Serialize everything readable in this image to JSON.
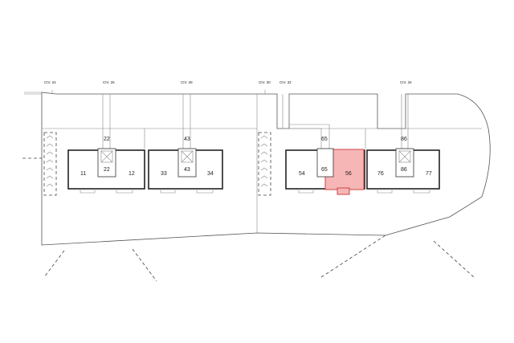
{
  "civics": [
    "CIV. 24",
    "CIV. 26",
    "CIV. 28",
    "CIV. 30",
    "CIV. 32",
    "CIV. 34"
  ],
  "buildings": [
    {
      "core_top": "22",
      "core_mid": "22",
      "left_unit": "11",
      "right_unit": "12"
    },
    {
      "core_top": "43",
      "core_mid": "43",
      "left_unit": "33",
      "right_unit": "34"
    },
    {
      "core_top": "65",
      "core_mid": "65",
      "left_unit": "54",
      "right_unit": "56"
    },
    {
      "core_top": "86",
      "core_mid": "86",
      "left_unit": "76",
      "right_unit": "77"
    }
  ],
  "highlight_color": "#f6b6b6"
}
